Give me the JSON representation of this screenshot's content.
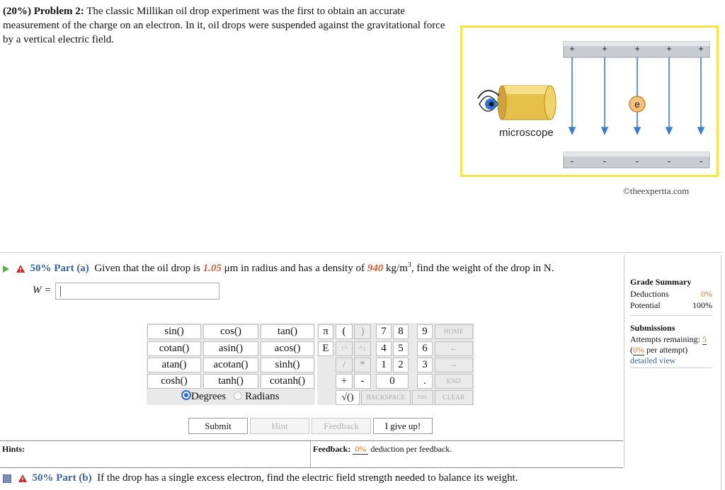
{
  "problem": {
    "weight": "(20%)",
    "label": "Problem 2:",
    "text": "The classic Millikan oil drop experiment was the first to obtain an accurate measurement of the charge on an electron. In it, oil drops were suspended against the gravitational force by a vertical electric field."
  },
  "figure": {
    "microscope_label": "microscope",
    "electron_label": "e",
    "plus_signs": [
      "+",
      "+",
      "+",
      "+",
      "+"
    ],
    "minus_signs": [
      "-",
      "-",
      "-",
      "-",
      "-"
    ],
    "credit": "©theexpertta.com"
  },
  "part_a": {
    "percent": "50%",
    "label": "Part (a)",
    "text_before": "Given that the oil drop is",
    "radius": "1.05",
    "text_mid": "μm in radius and has a density of",
    "density": "940",
    "unit": "kg/m",
    "unit_exp": "3",
    "text_after": ", find the weight of the drop in N.",
    "variable": "W =",
    "answer_value": ""
  },
  "keypad": {
    "functions": [
      [
        "sin()",
        "cos()",
        "tan()"
      ],
      [
        "cotan()",
        "asin()",
        "acos()"
      ],
      [
        "atan()",
        "acotan()",
        "sinh()"
      ],
      [
        "cosh()",
        "tanh()",
        "cotanh()"
      ]
    ],
    "angle_mode": {
      "degrees": "Degrees",
      "radians": "Radians",
      "selected": "Degrees"
    },
    "col_pi": [
      "π",
      "E",
      "",
      ""
    ],
    "col_paren_open": [
      "(",
      "↑^",
      "/",
      "+"
    ],
    "col_paren_close": [
      ")",
      "^↓",
      "*",
      "-"
    ],
    "digits": [
      [
        "7",
        "8",
        "9"
      ],
      [
        "4",
        "5",
        "6"
      ],
      [
        "1",
        "2",
        "3"
      ],
      [
        "0",
        ".",
        ""
      ]
    ],
    "side": [
      "HOME",
      "←",
      "→",
      "END"
    ],
    "sqrt": "√()",
    "backspace": "BACKSPACE",
    "del": "DEL",
    "clear": "CLEAR"
  },
  "actions": {
    "submit": "Submit",
    "hint": "Hint",
    "feedback": "Feedback",
    "give_up": "I give up!"
  },
  "hints": {
    "label": "Hints:"
  },
  "feedback": {
    "label": "Feedback:",
    "percent": "0%",
    "text": "deduction per feedback."
  },
  "grade": {
    "title": "Grade Summary",
    "deductions_label": "Deductions",
    "deductions_value": "0%",
    "potential_label": "Potential",
    "potential_value": "100%",
    "submissions_title": "Submissions",
    "attempts_label": "Attempts remaining:",
    "attempts_value": "5",
    "per_attempt_open": "(",
    "per_attempt_value": "0%",
    "per_attempt_text": "per attempt)",
    "detailed": "detailed view"
  },
  "part_b": {
    "percent": "50%",
    "label": "Part (b)",
    "text": "If the drop has a single excess electron, find the electric field strength needed to balance its weight."
  },
  "colors": {
    "accent": "#3a62a8",
    "highlight": "#e05a2a",
    "warning": "#d82020",
    "figure_border": "#f5e441"
  }
}
